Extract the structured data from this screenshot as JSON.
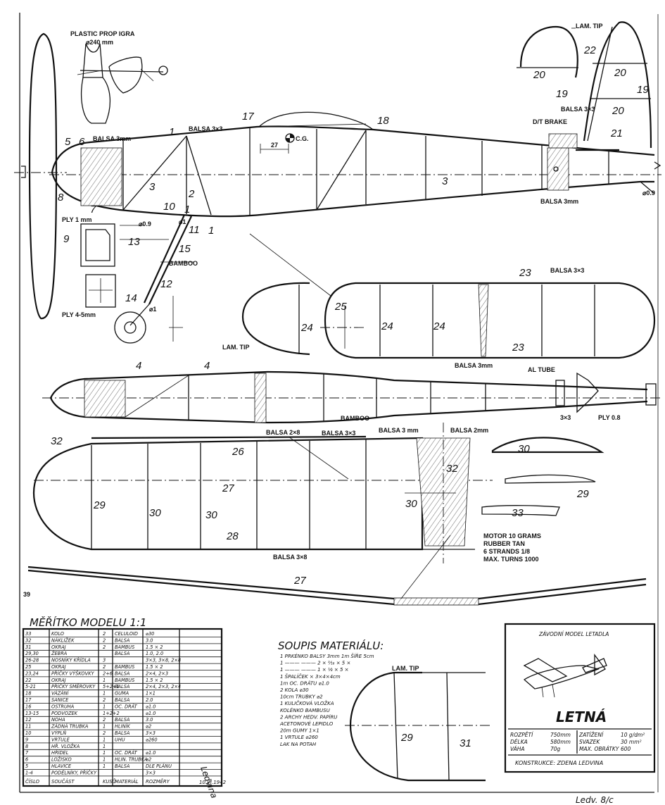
{
  "labels": {
    "prop": "PLASTIC PROP IGRA",
    "prop_dia": "⌀240 mm",
    "lam_tip_top": "LAM. TIP",
    "balsa_3x3_fin": "BALSA 3×3",
    "dt_brake": "D/T BRAKE",
    "balsa_3x3_fus": "BALSA 3×3",
    "balsa_3mm_nose": "BALSA 3mm",
    "cg": "C.G.",
    "cg_dim": "27",
    "balsa_3mm_tail": "BALSA 3mm",
    "dia_09_tail": "⌀0.9",
    "ply_1mm": "PLY 1 mm",
    "dia_09": "⌀0.9",
    "dia_1a": "⌀1",
    "bamboo": "BAMBOO",
    "ply_45": "PLY 4-5mm",
    "dia_1b": "⌀1",
    "stab_balsa_3x3": "BALSA 3×3",
    "lam_tip_stab": "LAM. TIP",
    "stab_balsa_3mm": "BALSA 3mm",
    "al_tube": "AL TUBE",
    "bamboo_top": "BAMBOO",
    "dim_3x3": "3×3",
    "ply_08": "PLY 0.8",
    "wing_balsa_2x8": "BALSA 2×8",
    "wing_balsa_3x3": "BALSA 3×3",
    "wing_balsa_3mm": "BALSA 3 mm",
    "wing_balsa_2mm": "BALSA 2mm",
    "wing_balsa_3x8": "BALSA 3×8",
    "motor": [
      "MOTOR  10 GRAMS",
      "RUBBER TAN",
      "6 STRANDS  1/8",
      "MAX. TURNS 1000"
    ],
    "side_39": "39",
    "lam_tip_bottom": "LAM. TIP"
  },
  "part_numbers": [
    "1",
    "1",
    "1",
    "2",
    "3",
    "3",
    "4",
    "4",
    "5",
    "6",
    "7",
    "8",
    "9",
    "10",
    "11",
    "12",
    "13",
    "14",
    "15",
    "17",
    "18",
    "19",
    "19",
    "20",
    "20",
    "20",
    "21",
    "22",
    "23",
    "23",
    "24",
    "24",
    "24",
    "25",
    "26",
    "27",
    "27",
    "28",
    "29",
    "29",
    "29",
    "30",
    "30",
    "30",
    "30",
    "31",
    "32",
    "32",
    "33"
  ],
  "scale_title": "MĚŘÍTKO  MODELU 1:1",
  "parts_table": {
    "rows": [
      [
        "33",
        "KOLO",
        "2",
        "CELULOID",
        "⌀30"
      ],
      [
        "32",
        "NÁKLIŽEK",
        "2",
        "BALSA",
        "3.0"
      ],
      [
        "31",
        "OKRAJ",
        "2",
        "BAMBUS",
        "1.5 × 2"
      ],
      [
        "29,30",
        "ŽEBRA",
        "",
        "BALSA",
        "1.0, 2.0"
      ],
      [
        "26-28",
        "NOSNÍKY KŘÍDLA",
        "3",
        "",
        "3×3, 3×8, 2×8"
      ],
      [
        "25",
        "OKRAJ",
        "2",
        "BAMBUS",
        "1.5 × 2"
      ],
      [
        "23,24",
        "PŘÍČKY VÝŠKOVKY",
        "2+6",
        "BALSA",
        "2×4, 2×3"
      ],
      [
        "22",
        "OKRAJ",
        "1",
        "BAMBUS",
        "1.5 × 2"
      ],
      [
        "5-21",
        "PŘÍČKY SMĚROVKY",
        "5+2+1",
        "BALSA",
        "2×4, 2×3, 2×4"
      ],
      [
        "18",
        "VÁZÁNÍ",
        "1",
        "GUMA",
        "1×1"
      ],
      [
        "17",
        "SANICE",
        "2",
        "BALSA",
        "2.0"
      ],
      [
        "16",
        "OSTRUHA",
        "1",
        "OC. DRÁT",
        "⌀1.0"
      ],
      [
        "13-15",
        "PODVOZEK",
        "1+2+2",
        "",
        "⌀1.0"
      ],
      [
        "12",
        "NOHA",
        "2",
        "BALSA",
        "3.0"
      ],
      [
        "11",
        "ZÁDNÁ TRUBKA",
        "1",
        "HLINÍK",
        "⌀2"
      ],
      [
        "10",
        "VÝPLŇ",
        "2",
        "BALSA",
        "3×3"
      ],
      [
        "9",
        "VRTULE",
        "1",
        "UHU",
        "⌀260"
      ],
      [
        "8",
        "HŘ. VLOŽKA",
        "1",
        "",
        ""
      ],
      [
        "7",
        "HŘÍDEL",
        "1",
        "OC. DRÁT",
        "⌀1.0"
      ],
      [
        "6",
        "LOŽISKO",
        "1",
        "HLIN. TRUBKA",
        "⌀2"
      ],
      [
        "5",
        "HLAVICE",
        "1",
        "BALSA",
        "DLE PLÁNU"
      ],
      [
        "1-4",
        "PODÉLNÍKY, PŘÍČKY",
        "",
        "",
        "3×3"
      ]
    ],
    "footer": [
      "ČÍSLO",
      "SOUČÁST",
      "KUSŮ",
      "MATERIÁL",
      "ROZMĚRY"
    ]
  },
  "signature": "Ledvina",
  "signature_date": "10.VI.1942",
  "materials": {
    "title": "SOUPIS MATERIÁLU:",
    "lines": [
      "1 PRKÉNKO BALSY    3mm   1m    ŠÍŘE 5cm",
      "1 ———   ———   2 ×  ³⁄₁₆    ×  5 ×",
      "1 ———   ———   1 ×  ¹⁄₈      ×  5 ×",
      "1 ŠPALÍČEK   ×   3×4×4cm",
      "1m  OC. DRÁTU  ⌀1.0",
      "2  KOLA  ⌀30",
      "10cm  TRUBKY  ⌀2",
      "1 KULIČKOVÁ VLOŽKA",
      "KOLÉNKO BAMBUSU",
      "2 ARCHY HEDV. PAPÍRU",
      "ACETONOVÉ LEPIDLO",
      "20m GUMY  1×1",
      "1 VRTULE  ⌀260",
      "LAK NA POTAH"
    ]
  },
  "title_block": {
    "subtitle": "ZÁVODNÍ MODEL LETADLA",
    "name": "LETNÁ",
    "specs_left": [
      [
        "ROZPĚTÍ",
        "750mm"
      ],
      [
        "DÉLKA",
        "580mm"
      ],
      [
        "VÁHA",
        "70g"
      ]
    ],
    "specs_right": [
      [
        "ZATÍŽENÍ",
        "10 g/dm²"
      ],
      [
        "SVAZEK",
        "30 mm²"
      ],
      [
        "MAX. OBRÁTKY",
        "600"
      ]
    ],
    "designer": "KONSTRUKCE: ZDENA  LEDVINA"
  },
  "corner_note": "Ledv. 8/c"
}
